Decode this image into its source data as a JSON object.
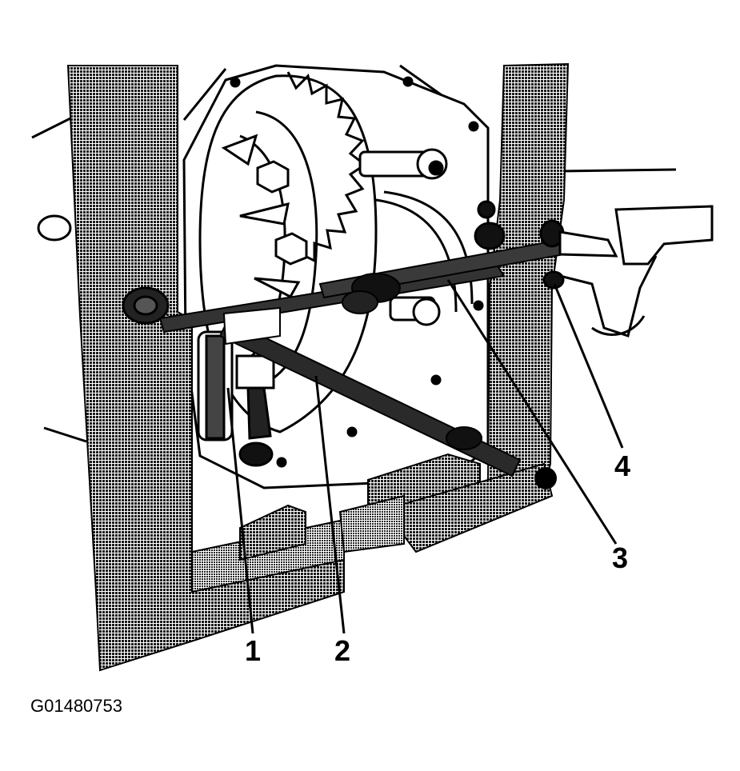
{
  "figure": {
    "id": "G01480753",
    "callouts": [
      {
        "key": "c1",
        "label": "1"
      },
      {
        "key": "c2",
        "label": "2"
      },
      {
        "key": "c3",
        "label": "3"
      },
      {
        "key": "c4",
        "label": "4"
      }
    ]
  },
  "colors": {
    "ink": "#000000",
    "paper": "#ffffff",
    "halftone": "#3a3a3a"
  }
}
